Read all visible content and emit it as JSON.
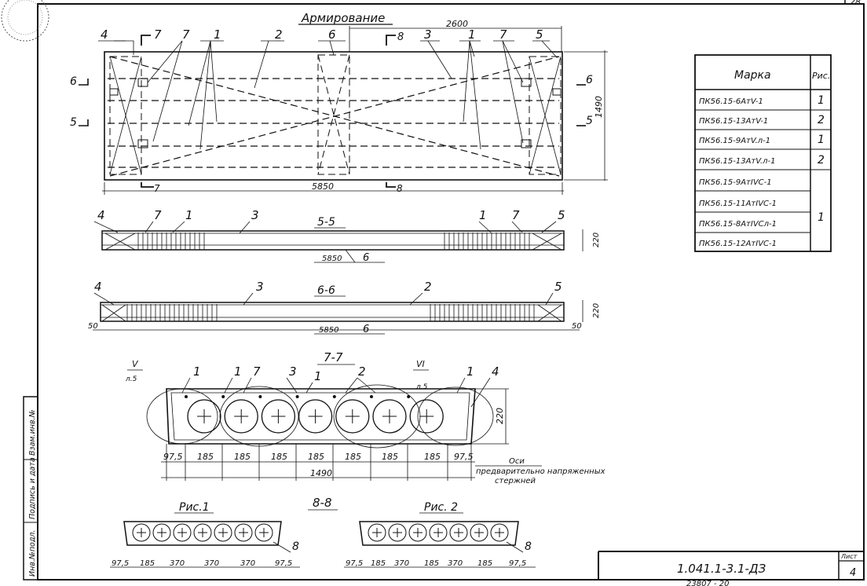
{
  "sheet": {
    "corner_number": "28",
    "main_title": "Армирование",
    "document_code": "1.041.1-3.1-ДЗ",
    "sheet_label": "Лист",
    "sheet_number": "4",
    "footer_number": "23807 - 20"
  },
  "side_stamp": {
    "col1": "Инв.№подл.",
    "col2": "Подпись и дата",
    "col3": "Взам.инв.№"
  },
  "plan": {
    "dim_top": "2600",
    "dim_bottom": "5850",
    "dim_right": "1490",
    "leader_labels": [
      "4",
      "7",
      "7",
      "1",
      "2",
      "6",
      "3",
      "1",
      "7",
      "5"
    ],
    "section_marks": {
      "s6_left": "6",
      "s5_left": "5",
      "s6_right": "6",
      "s5_right": "5",
      "s7_top": "7",
      "s7_bottom": "7",
      "s8_top": "8",
      "s8_bottom": "8"
    }
  },
  "sec55": {
    "title": "5-5",
    "labels": [
      "4",
      "7",
      "1",
      "3",
      "1",
      "7",
      "5"
    ],
    "dim_length": "5850",
    "tag": "6",
    "dim_height": "220"
  },
  "sec66": {
    "title": "6-6",
    "labels": [
      "4",
      "3",
      "2",
      "5"
    ],
    "dim_length": "5850",
    "tag": "6",
    "dim_left": "50",
    "dim_right": "50",
    "dim_height": "220"
  },
  "sec77": {
    "title": "7-7",
    "labels": [
      "1",
      "1",
      "7",
      "3",
      "1",
      "2",
      "1",
      "4"
    ],
    "callout_left": "V",
    "callout_left_sub": "л.5",
    "callout_right": "VI",
    "callout_right_sub": "л.5",
    "dims": [
      "97,5",
      "185",
      "185",
      "185",
      "185",
      "185",
      "185",
      "185",
      "97,5"
    ],
    "total_width": "1490",
    "height": "220",
    "note_lines": [
      "Оси",
      "предварительно напряженных",
      "стержней"
    ]
  },
  "sec88": {
    "title": "8-8",
    "fig1_title": "Рис.1",
    "fig2_title": "Рис. 2",
    "fig1_tag": "8",
    "fig2_tag": "8",
    "fig1_dims": [
      "97,5",
      "185",
      "370",
      "370",
      "370",
      "97,5"
    ],
    "fig2_dims": [
      "97,5",
      "185",
      "370",
      "185",
      "370",
      "185",
      "97,5"
    ]
  },
  "table": {
    "header_mark": "Марка",
    "header_fig": "Рис.",
    "rows": [
      {
        "mark": "ПК56.15-6АтV-1",
        "fig": "1"
      },
      {
        "mark": "ПК56.15-13АтV-1",
        "fig": "2"
      },
      {
        "mark": "ПК56.15-9АтV.л-1",
        "fig": "1"
      },
      {
        "mark": "ПК56.15-13АтV.л-1",
        "fig": "2"
      },
      {
        "mark": "ПК56.15-9АтIVС-1",
        "fig": ""
      },
      {
        "mark": "ПК56.15-11АтIVС-1",
        "fig": "1"
      },
      {
        "mark": "ПК56.15-8АтIVСл-1",
        "fig": ""
      },
      {
        "mark": "ПК56.15-12АтIVС-1",
        "fig": ""
      }
    ]
  }
}
